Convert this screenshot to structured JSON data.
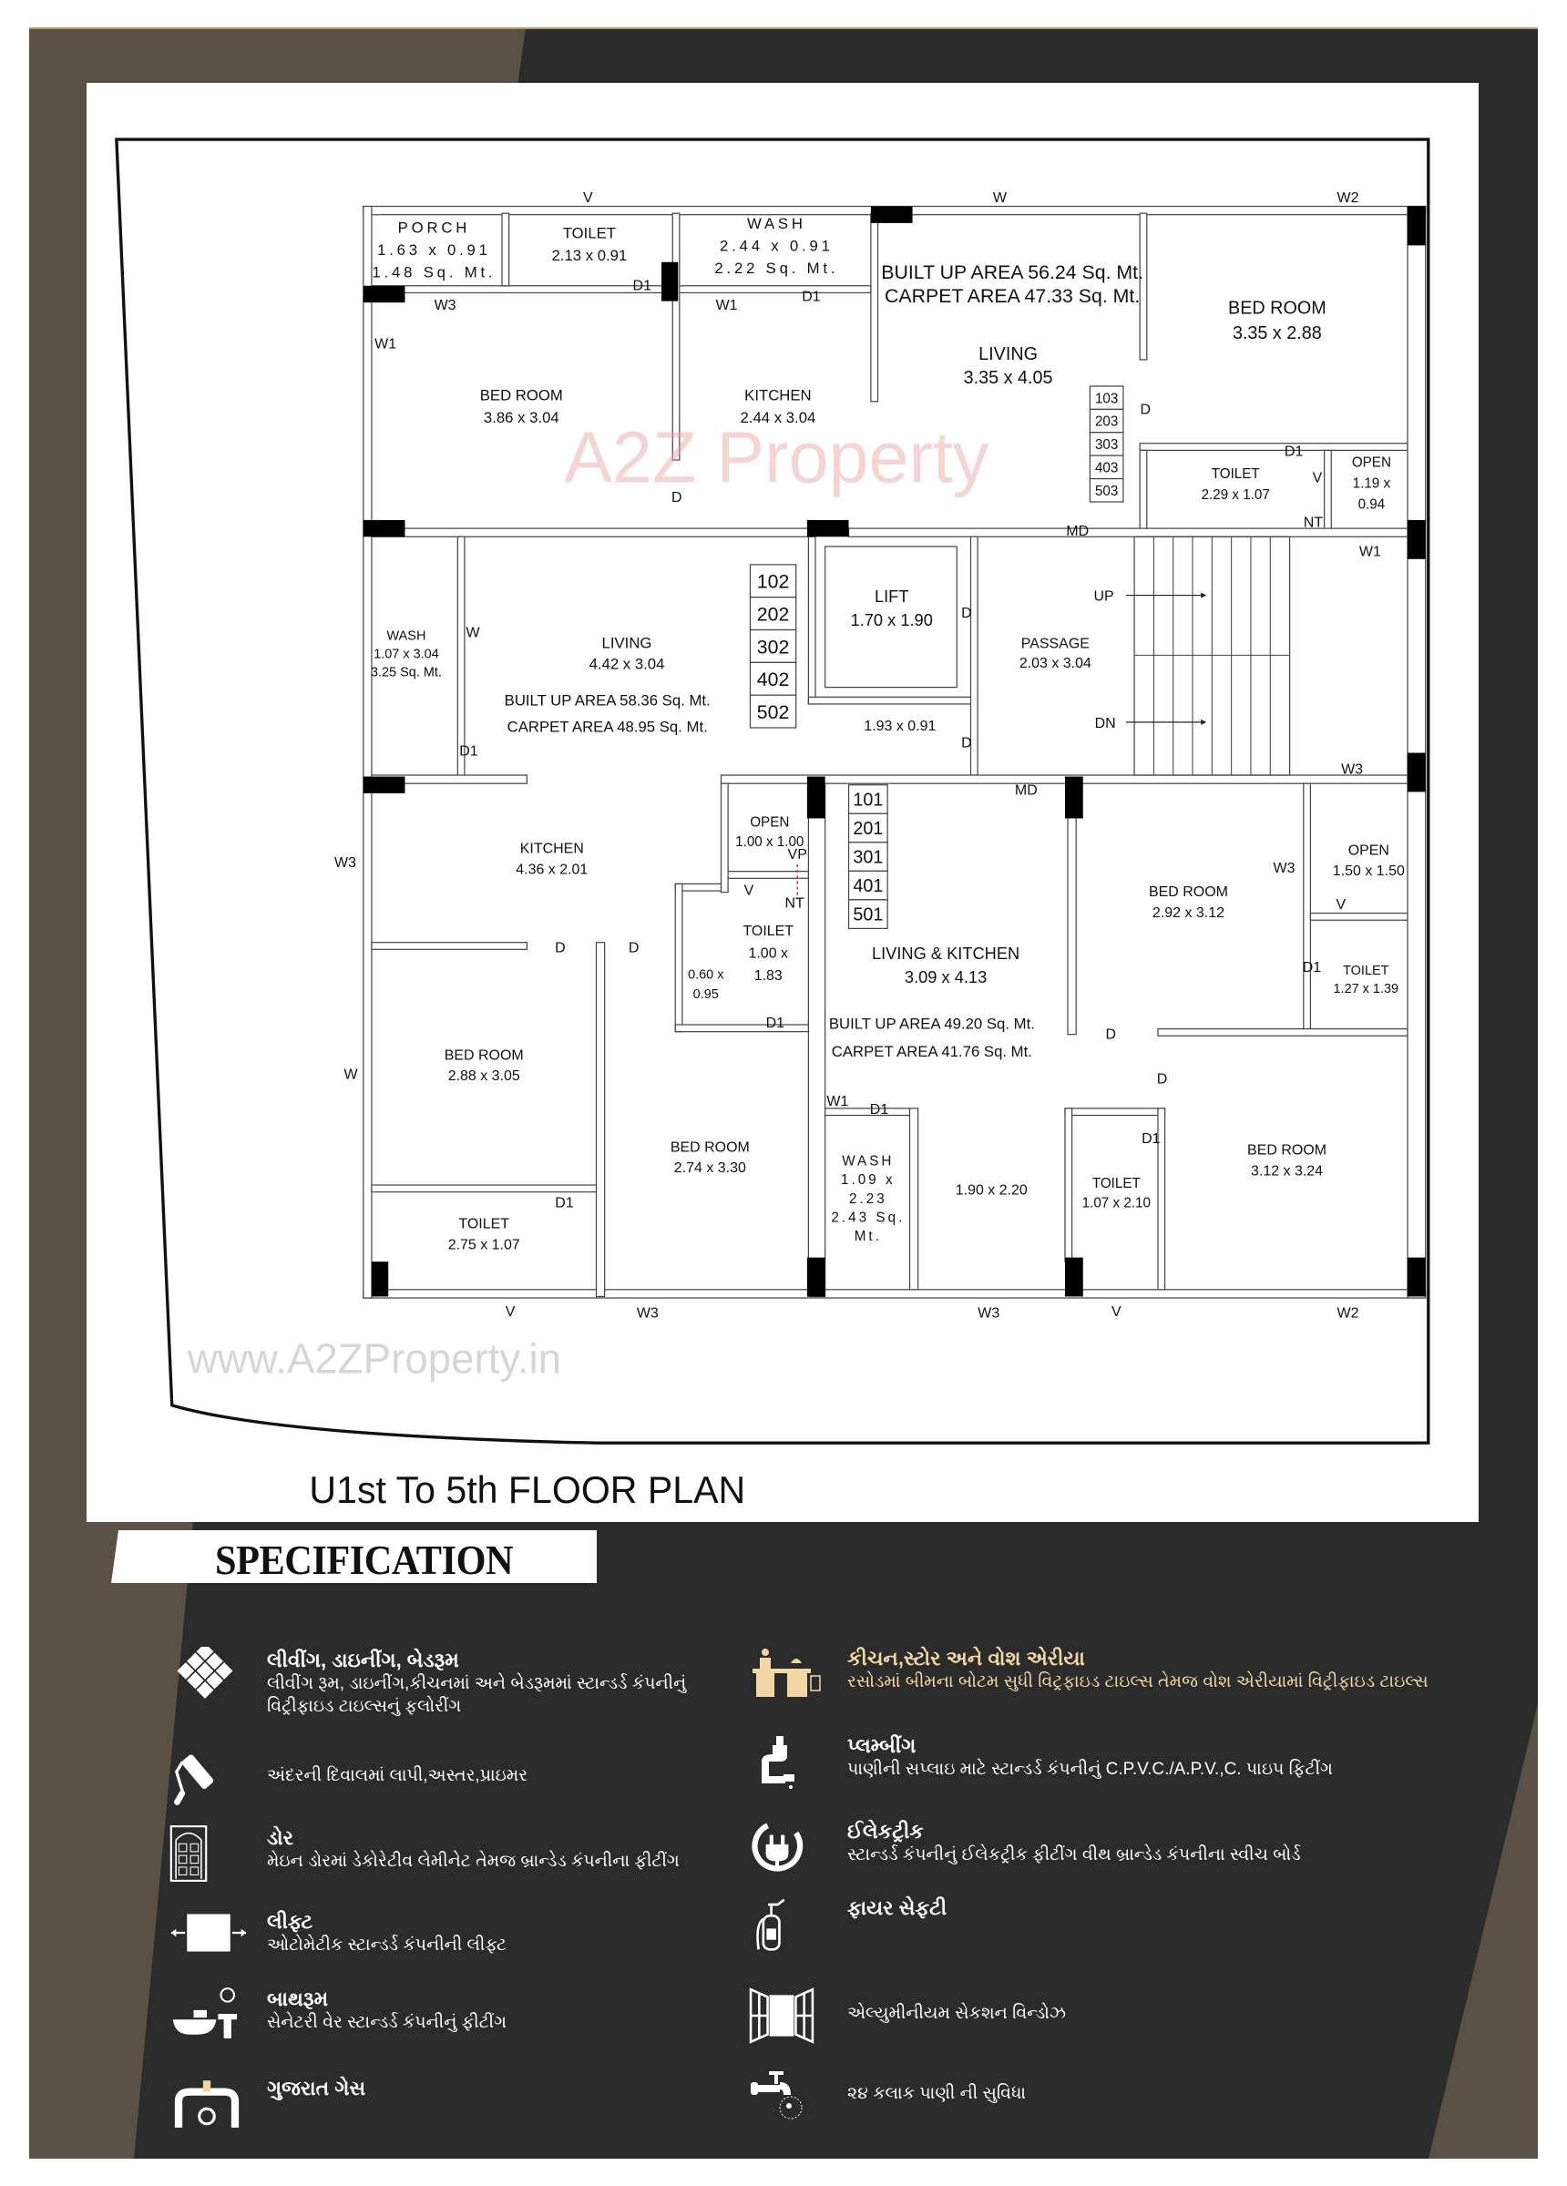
{
  "colors": {
    "background": "#2b2b2b",
    "accent_brown": "#5a5046",
    "gold": "#f2d7a6",
    "wall": "#444444",
    "column": "#000000"
  },
  "plan": {
    "title": "U1st To 5th FLOOR PLAN",
    "watermark_logo": "A2Z Property",
    "watermark_url": "www.A2ZProperty.in",
    "rooms": [
      {
        "lines": [
          "PORCH",
          "1.63 x 0.91",
          "1.48 Sq. Mt."
        ]
      },
      {
        "lines": [
          "TOILET",
          "2.13 x 0.91"
        ]
      },
      {
        "lines": [
          "WASH",
          "2.44 x 0.91",
          "2.22 Sq. Mt."
        ]
      },
      {
        "lines": [
          "BUILT UP AREA 56.24 Sq. Mt.",
          "CARPET AREA 47.33 Sq. Mt."
        ]
      },
      {
        "lines": [
          "LIVING",
          "3.35 x 4.05"
        ]
      },
      {
        "lines": [
          "BED ROOM",
          "3.35 x 2.88"
        ]
      },
      {
        "lines": [
          "BED ROOM",
          "3.86 x 3.04"
        ]
      },
      {
        "lines": [
          "KITCHEN",
          "2.44 x 3.04"
        ]
      },
      {
        "lines": [
          "TOILET",
          "2.29 x 1.07"
        ]
      },
      {
        "lines": [
          "OPEN",
          "1.19 x",
          "0.94"
        ]
      },
      {
        "lines": [
          "WASH",
          "1.07 x 3.04",
          "3.25 Sq. Mt."
        ]
      },
      {
        "lines": [
          "LIVING",
          "4.42 x 3.04"
        ]
      },
      {
        "lines": [
          "BUILT UP AREA 58.36 Sq. Mt.",
          "CARPET AREA 48.95 Sq. Mt."
        ]
      },
      {
        "lines": [
          "LIFT",
          "1.70 x 1.90"
        ]
      },
      {
        "lines": [
          "1.93 x 0.91"
        ]
      },
      {
        "lines": [
          "PASSAGE",
          "2.03 x 3.04"
        ]
      },
      {
        "lines": [
          "KITCHEN",
          "4.36 x 2.01"
        ]
      },
      {
        "lines": [
          "OPEN",
          "1.00 x 1.00"
        ]
      },
      {
        "lines": [
          "TOILET",
          "1.00 x",
          "1.83"
        ]
      },
      {
        "lines": [
          "0.60 x",
          "0.95"
        ]
      },
      {
        "lines": [
          "LIVING & KITCHEN",
          "3.09 x 4.13"
        ]
      },
      {
        "lines": [
          "BUILT UP AREA 49.20 Sq. Mt.",
          "CARPET AREA 41.76 Sq. Mt."
        ]
      },
      {
        "lines": [
          "BED ROOM",
          "2.92 x 3.12"
        ]
      },
      {
        "lines": [
          "OPEN",
          "1.50 x 1.50"
        ]
      },
      {
        "lines": [
          "TOILET",
          "1.27 x 1.39"
        ]
      },
      {
        "lines": [
          "BED ROOM",
          "2.88 x 3.05"
        ]
      },
      {
        "lines": [
          "BED ROOM",
          "2.74 x 3.30"
        ]
      },
      {
        "lines": [
          "TOILET",
          "2.75 x 1.07"
        ]
      },
      {
        "lines": [
          "WASH",
          "1.09 x",
          "2.23",
          "2.43 Sq.",
          "Mt."
        ]
      },
      {
        "lines": [
          "1.90 x 2.20"
        ]
      },
      {
        "lines": [
          "TOILET",
          "1.07 x 2.10"
        ]
      },
      {
        "lines": [
          "BED ROOM",
          "3.12 x 3.24"
        ]
      }
    ],
    "unit_numbers": [
      [
        "103",
        "203",
        "303",
        "403",
        "503"
      ],
      [
        "102",
        "202",
        "302",
        "402",
        "502"
      ],
      [
        "101",
        "201",
        "301",
        "401",
        "501"
      ]
    ],
    "markers": [
      "V",
      "W",
      "W2",
      "W3",
      "W1",
      "D1",
      "W1",
      "D1",
      "D",
      "D",
      "D1",
      "V",
      "NT",
      "MD",
      "W1",
      "W",
      "D1",
      "D",
      "D",
      "UP",
      "DN",
      "W3",
      "MD",
      "W3",
      "W3",
      "V",
      "D1",
      "D",
      "D",
      "VP",
      "NT",
      "V",
      "D1",
      "D",
      "D",
      "W1",
      "D1",
      "D1",
      "W",
      "D1",
      "V",
      "W3",
      "W3",
      "V",
      "W2"
    ]
  },
  "specification": {
    "title": "SPECIFICATION",
    "left": [
      {
        "icon": "tiles-icon",
        "heading": "લીવીંગ, ડાઇનીંગ, બેડરૂમ",
        "body": "લીવીંગ રૂમ, ડાઇનીંગ,કીચનમાં અને બેડરૂમમાં સ્ટાન્ડર્ડ કંપનીનું વિટ્રીફાઇડ ટાઇલ્સનું ફલોરીંગ"
      },
      {
        "icon": "paint-roller-icon",
        "heading": "",
        "body": "અંદરની દિવાલમાં લાપી,અસ્તર,પ્રાઇમર"
      },
      {
        "icon": "door-icon",
        "heading": "ડોર",
        "body": "મેઇન ડોરમાં ડેકોરેટીવ લેમીનેટ તેમજ બ્રાન્ડેડ કંપનીના ફીટીંગ"
      },
      {
        "icon": "lift-icon",
        "heading": "લીફ્ટ",
        "body": "ઓટોમેટીક સ્ટાન્ડર્ડ કંપનીની લીફ્ટ"
      },
      {
        "icon": "bathroom-icon",
        "heading": "બાથરૂમ",
        "body": "સેનેટરી વેર સ્ટાન્ડર્ડ કંપનીનું ફીટીંગ"
      },
      {
        "icon": "gas-pipe-icon",
        "heading": "ગુજરાત ગેસ",
        "body": ""
      }
    ],
    "right": [
      {
        "icon": "kitchen-icon",
        "heading": "કીચન,સ્ટોર અને વોશ એરીયા",
        "body": "રસોડમાં બીમના બોટમ સુધી વિટ્રફાઇડ ટાઇલ્સ તેમજ વોશ એરીયામાં વિટ્રીફાઇડ ટાઇલ્સ"
      },
      {
        "icon": "plumbing-icon",
        "heading": "પ્લમ્બીંગ",
        "body": "પાણીની સપ્લાઇ માટે સ્ટાન્ડર્ડ કંપનીનું C.P.V.C./A.P.V.,C. પાઇપ ફિટીંગ"
      },
      {
        "icon": "electric-plug-icon",
        "heading": "ઈલેકટ્રીક",
        "body": "સ્ટાન્ડર્ડ કંપનીનું ઈલેકટ્રીક ફીટીંગ વીથ બ્રાન્ડેડ કંપનીના સ્વીચ બોર્ડ"
      },
      {
        "icon": "fire-extinguisher-icon",
        "heading": "ફાયર સેફટી",
        "body": ""
      },
      {
        "icon": "window-icon",
        "heading": "",
        "body": "એલ્યુમીનીયમ સેકશન વિન્ડોઝ"
      },
      {
        "icon": "water-tap-icon",
        "heading": "",
        "body": "૨૪ કલાક પાણી ની સુવિધા"
      }
    ]
  }
}
